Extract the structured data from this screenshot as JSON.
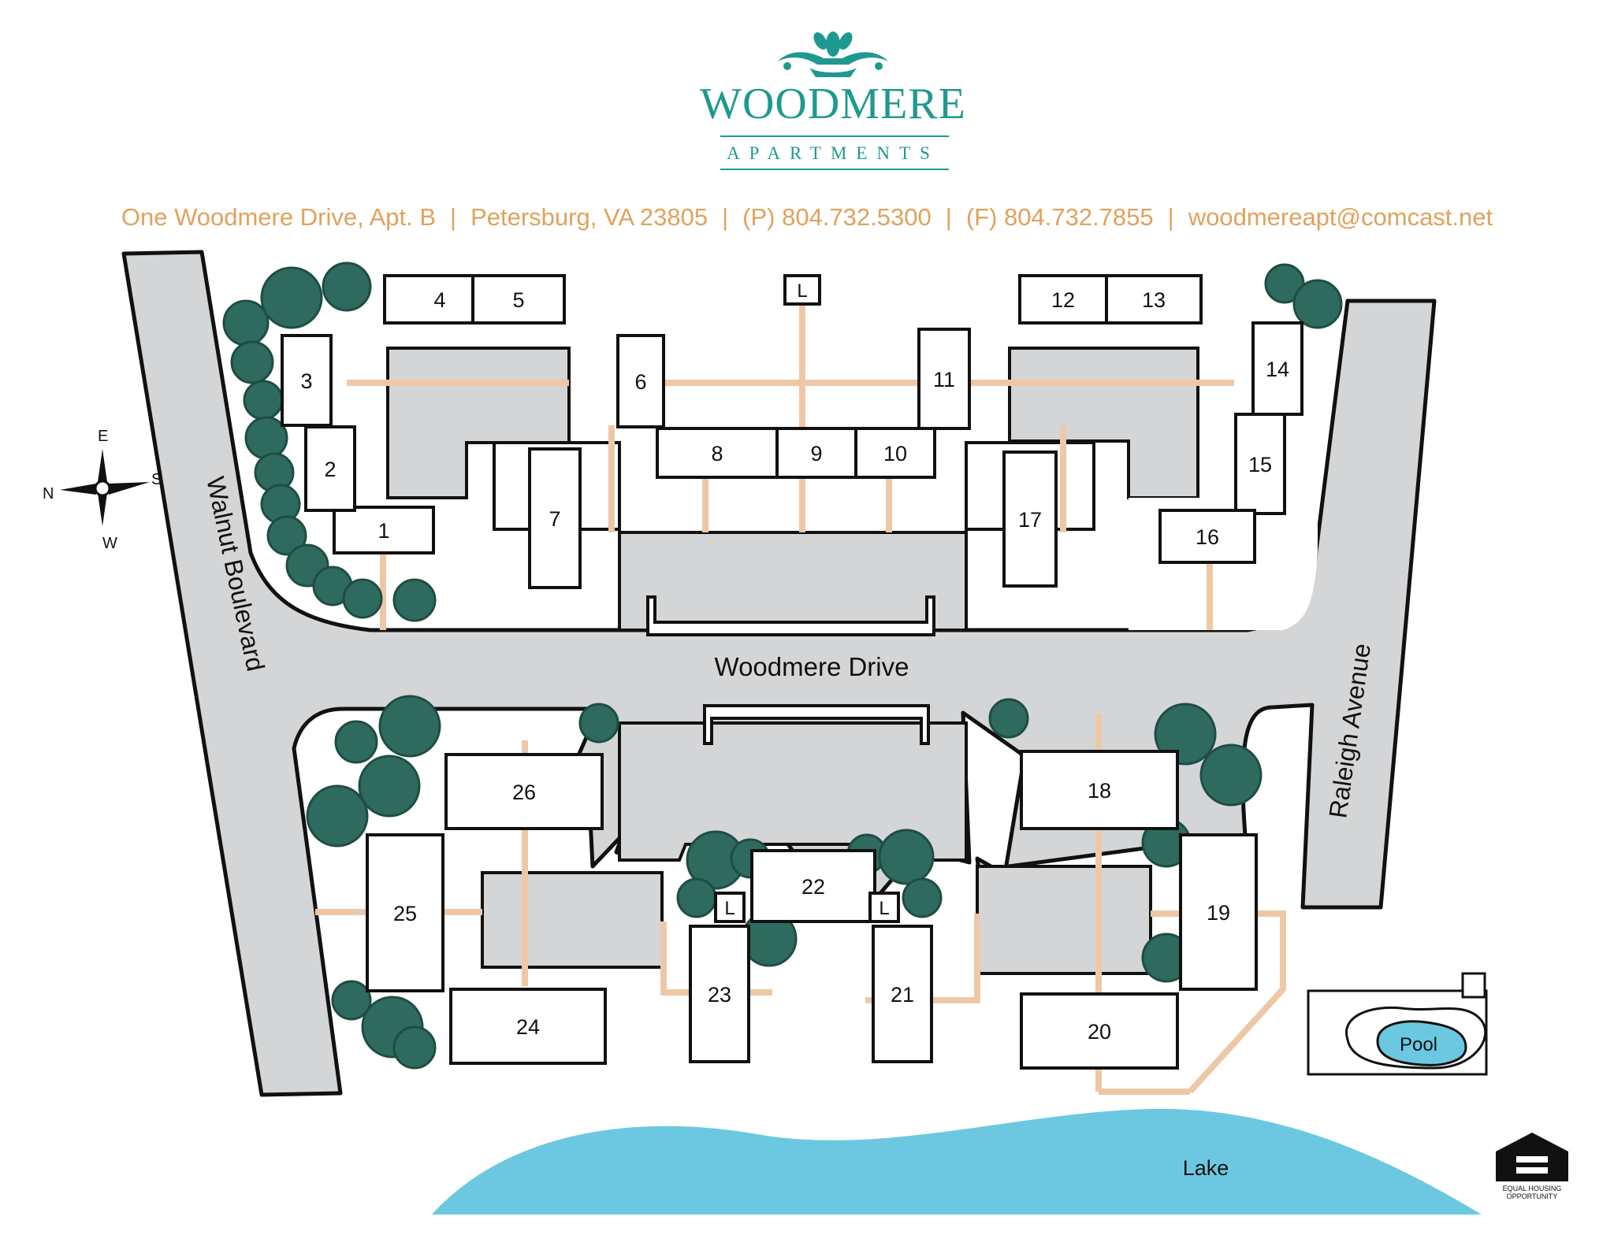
{
  "header": {
    "brand_name": "WOODMERE",
    "brand_subtitle": "APARTMENTS",
    "address": "One Woodmere Drive, Apt. B",
    "city": "Petersburg, VA 23805",
    "phone": "(P) 804.732.5300",
    "fax": "(F) 804.732.7855",
    "email": "woodmereapt@comcast.net",
    "separator": "|"
  },
  "compass": {
    "north": "N",
    "south": "S",
    "east": "E",
    "west": "W"
  },
  "streets": {
    "west": "Walnut Boulevard",
    "center": "Woodmere Drive",
    "east": "Raleigh Avenue"
  },
  "buildings": [
    "1",
    "2",
    "3",
    "4",
    "5",
    "6",
    "7",
    "8",
    "9",
    "10",
    "11",
    "12",
    "13",
    "14",
    "15",
    "16",
    "17",
    "18",
    "19",
    "20",
    "21",
    "22",
    "23",
    "24",
    "25",
    "26"
  ],
  "laundry_label": "L",
  "amenities": {
    "pool": "Pool",
    "lake": "Lake"
  },
  "footer": {
    "equal_housing_line1": "EQUAL HOUSING",
    "equal_housing_line2": "OPPORTUNITY"
  },
  "colors": {
    "brand": "#1f9990",
    "contact": "#e0a25c",
    "road": "#d4d5d7",
    "path": "#eec8a6",
    "tree": "#2e6a5e",
    "water": "#6cc8e0"
  }
}
